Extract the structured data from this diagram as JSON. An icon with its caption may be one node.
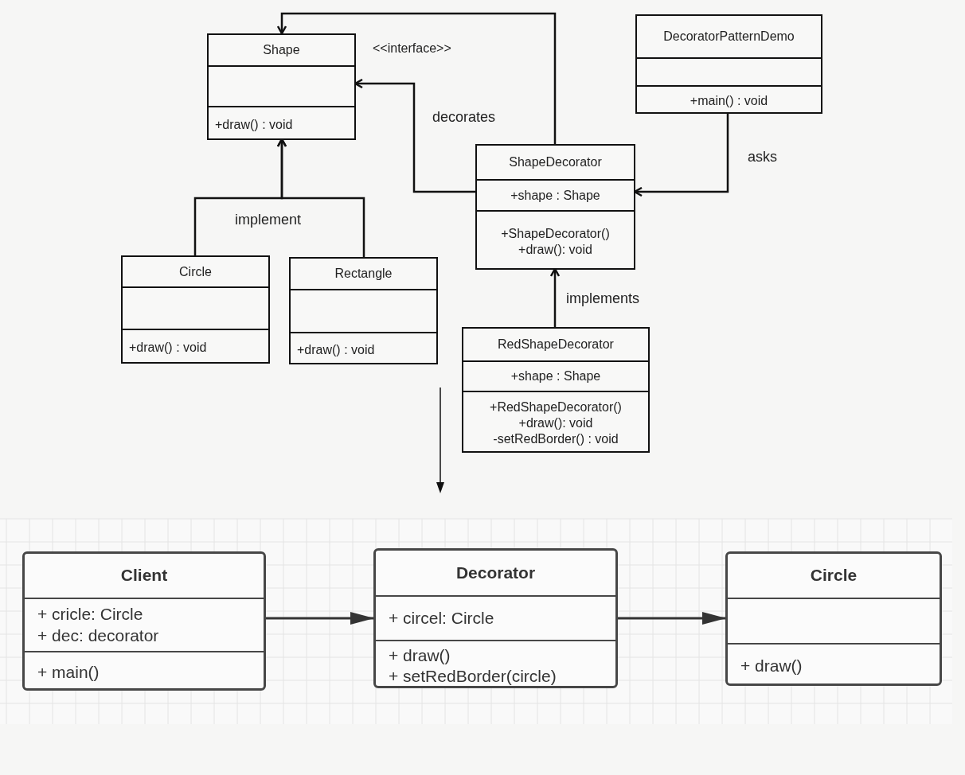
{
  "diagram": {
    "nodes": [
      {
        "text": [
          "Shape",
          "+draw() : void"
        ],
        "beside": [
          "<<interface>>"
        ]
      },
      {
        "text": [
          "DecoratorPatternDemo",
          "+main()  : void"
        ]
      },
      {
        "text": [
          "ShapeDecorator",
          "+shape  : Shape",
          "+ShapeDecorator()",
          "+draw(): void"
        ]
      },
      {
        "text": [
          "Circle",
          "+draw() : void"
        ]
      },
      {
        "text": [
          "Rectangle",
          "+draw() : void"
        ]
      },
      {
        "text": [
          "RedShapeDecorator",
          "+shape  : Shape",
          "+RedShapeDecorator()",
          "+draw(): void",
          "-setRedBorder()  : void"
        ]
      },
      {
        "text": [
          "Client",
          "+ cricle: Circle",
          "+ dec: decorator",
          "+ main()"
        ]
      },
      {
        "text": [
          "Decorator",
          "+ circel: Circle",
          "+ draw()",
          "+ setRedBorder(circle)"
        ]
      },
      {
        "text": [
          "Circle",
          "+ draw()"
        ]
      }
    ],
    "edges": [
      {
        "from": 2,
        "to": 0,
        "arrow": "to"
      },
      {
        "from": 2,
        "to": 0,
        "arrow": "to",
        "label": "decorates"
      },
      {
        "from": 1,
        "to": 2,
        "arrow": "to",
        "label": "asks"
      },
      {
        "from": 3,
        "to": 0,
        "arrow": "to",
        "label": "implement"
      },
      {
        "from": 4,
        "to": 0,
        "arrow": "to"
      },
      {
        "from": 5,
        "to": 2,
        "arrow": "to",
        "label": "implements"
      },
      {
        "from": 6,
        "to": 7,
        "arrow": "to"
      },
      {
        "from": 7,
        "to": 8,
        "arrow": "to"
      }
    ]
  }
}
